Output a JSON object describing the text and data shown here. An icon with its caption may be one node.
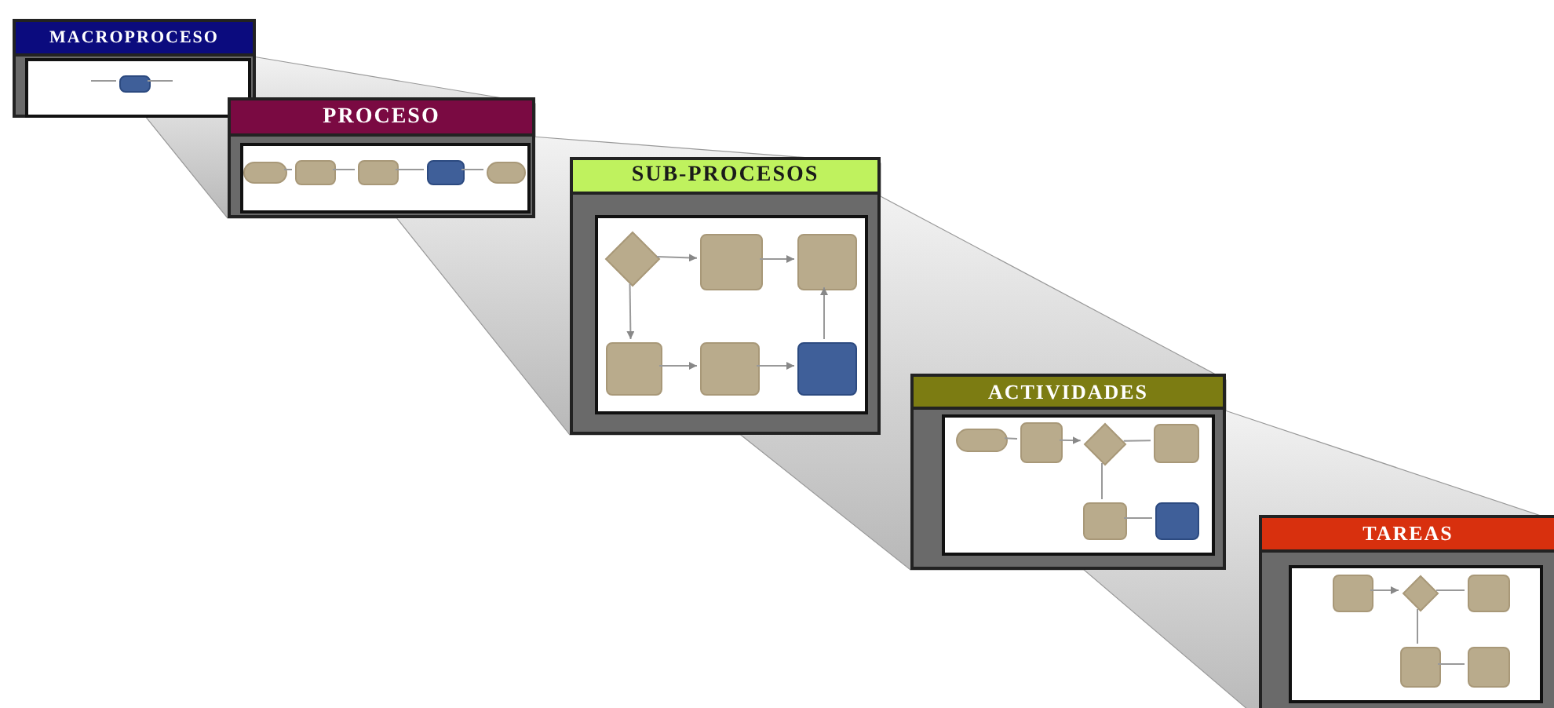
{
  "diagram": {
    "nodes": [
      {
        "text": [
          "MACROPROCESO"
        ]
      },
      {
        "text": [],
        "shape": "box",
        "in": 0
      },
      {
        "text": [
          "PROCESO"
        ]
      },
      {
        "text": [],
        "shape": "capsule",
        "in": 2
      },
      {
        "text": [],
        "shape": "box",
        "in": 2
      },
      {
        "text": [],
        "shape": "box",
        "in": 2
      },
      {
        "text": [],
        "shape": "box",
        "in": 2
      },
      {
        "text": [],
        "shape": "capsule",
        "in": 2
      },
      {
        "text": [
          "SUB-PROCESOS"
        ]
      },
      {
        "text": [],
        "shape": "diamond",
        "in": 8
      },
      {
        "text": [],
        "shape": "box",
        "in": 8
      },
      {
        "text": [],
        "shape": "box",
        "in": 8
      },
      {
        "text": [],
        "shape": "box",
        "in": 8
      },
      {
        "text": [],
        "shape": "box",
        "in": 8
      },
      {
        "text": [],
        "shape": "box",
        "in": 8
      },
      {
        "text": [
          "ACTIVIDADES"
        ]
      },
      {
        "text": [],
        "shape": "capsule",
        "in": 15
      },
      {
        "text": [],
        "shape": "box",
        "in": 15
      },
      {
        "text": [],
        "shape": "diamond",
        "in": 15
      },
      {
        "text": [],
        "shape": "box",
        "in": 15
      },
      {
        "text": [],
        "shape": "box",
        "in": 15
      },
      {
        "text": [],
        "shape": "box",
        "in": 15
      },
      {
        "text": [
          "TAREAS"
        ]
      },
      {
        "text": [],
        "shape": "box",
        "in": 22
      },
      {
        "text": [],
        "shape": "diamond",
        "in": 22
      },
      {
        "text": [],
        "shape": "box",
        "in": 22
      },
      {
        "text": [],
        "shape": "box",
        "in": 22
      },
      {
        "text": [],
        "shape": "box",
        "in": 22
      }
    ],
    "edges": [
      {
        "from": null,
        "to": 1,
        "arrow": "none"
      },
      {
        "from": 1,
        "to": null,
        "arrow": "none"
      },
      {
        "from": 3,
        "to": 4,
        "arrow": "none"
      },
      {
        "from": 4,
        "to": 5,
        "arrow": "none"
      },
      {
        "from": 5,
        "to": 6,
        "arrow": "none"
      },
      {
        "from": 6,
        "to": 7,
        "arrow": "none"
      },
      {
        "from": 9,
        "to": 10,
        "arrow": "to"
      },
      {
        "from": 10,
        "to": 11,
        "arrow": "to"
      },
      {
        "from": 9,
        "to": 12,
        "arrow": "to"
      },
      {
        "from": 12,
        "to": 13,
        "arrow": "to"
      },
      {
        "from": 13,
        "to": 14,
        "arrow": "to"
      },
      {
        "from": 14,
        "to": 11,
        "arrow": "to"
      },
      {
        "from": 16,
        "to": 17,
        "arrow": "none"
      },
      {
        "from": 17,
        "to": 18,
        "arrow": "to"
      },
      {
        "from": 18,
        "to": 19,
        "arrow": "none"
      },
      {
        "from": 18,
        "to": 20,
        "arrow": "none"
      },
      {
        "from": 20,
        "to": 21,
        "arrow": "none"
      },
      {
        "from": 23,
        "to": 24,
        "arrow": "to"
      },
      {
        "from": 24,
        "to": 25,
        "arrow": "none"
      },
      {
        "from": 24,
        "to": 26,
        "arrow": "none"
      },
      {
        "from": 26,
        "to": 27,
        "arrow": "none"
      }
    ]
  }
}
